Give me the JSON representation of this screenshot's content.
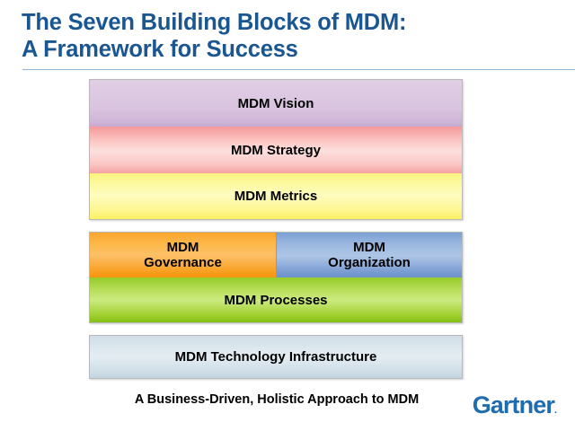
{
  "slide": {
    "title": "The Seven Building Blocks of MDM:\nA Framework for Success",
    "caption": "A Business-Driven, Holistic Approach to MDM",
    "title_color": "#1a5691",
    "rule_color": "#8fb4d4"
  },
  "diagram": {
    "groups": [
      {
        "rows": [
          {
            "blocks": [
              {
                "label": "MDM Vision",
                "fill": "#d9c3df",
                "text_color": "#000000"
              }
            ]
          },
          {
            "blocks": [
              {
                "label": "MDM Strategy",
                "fill": "#fbc2c0",
                "text_color": "#000000"
              }
            ]
          },
          {
            "blocks": [
              {
                "label": "MDM Metrics",
                "fill": "#fdf99f",
                "text_color": "#000000"
              }
            ]
          }
        ]
      },
      {
        "rows": [
          {
            "blocks": [
              {
                "label": "MDM\nGovernance",
                "fill": "#fcb94a",
                "text_color": "#000000"
              },
              {
                "label": "MDM\nOrganization",
                "fill": "#9bb7df",
                "text_color": "#000000"
              }
            ]
          },
          {
            "blocks": [
              {
                "label": "MDM Processes",
                "fill": "#b5dc56",
                "text_color": "#000000"
              }
            ]
          }
        ]
      },
      {
        "rows": [
          {
            "blocks": [
              {
                "label": "MDM Technology Infrastructure",
                "fill": "#dbe6ed",
                "text_color": "#000000"
              }
            ]
          }
        ]
      }
    ]
  },
  "branding": {
    "logo_text": "Gartner",
    "logo_mark": ".",
    "logo_color": "#1f6cae"
  }
}
